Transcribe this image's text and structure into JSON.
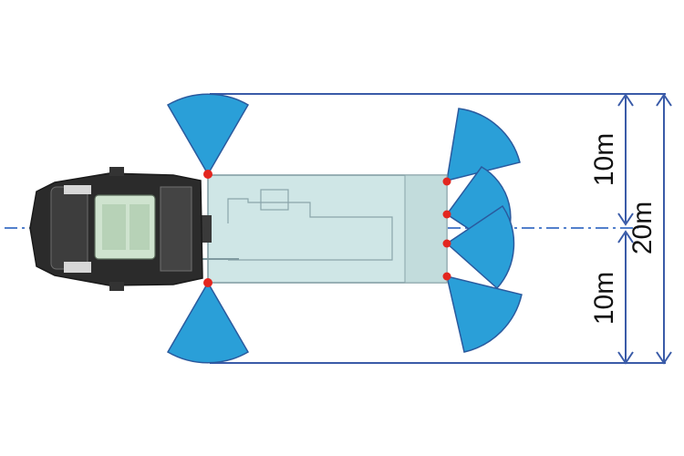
{
  "colors": {
    "sector_fill": "#2a9fd8",
    "sector_stroke": "#2a5a9e",
    "dimension_line": "#3a5ba8",
    "center_line": "#3a6fc4",
    "sensor_dot": "#e3261f",
    "trailer_fill": "#cfe6e6",
    "trailer_stroke": "#7f9aa0",
    "tractor_body": "#2b2b2b",
    "tractor_panel": "#cfe3cf"
  },
  "dimensions": {
    "upper_label": "10m",
    "lower_label": "10m",
    "total_label": "20m"
  },
  "objects": {
    "vehicle": "tractor-with-trailer",
    "sensor_count": 6,
    "sector_count": 6
  }
}
